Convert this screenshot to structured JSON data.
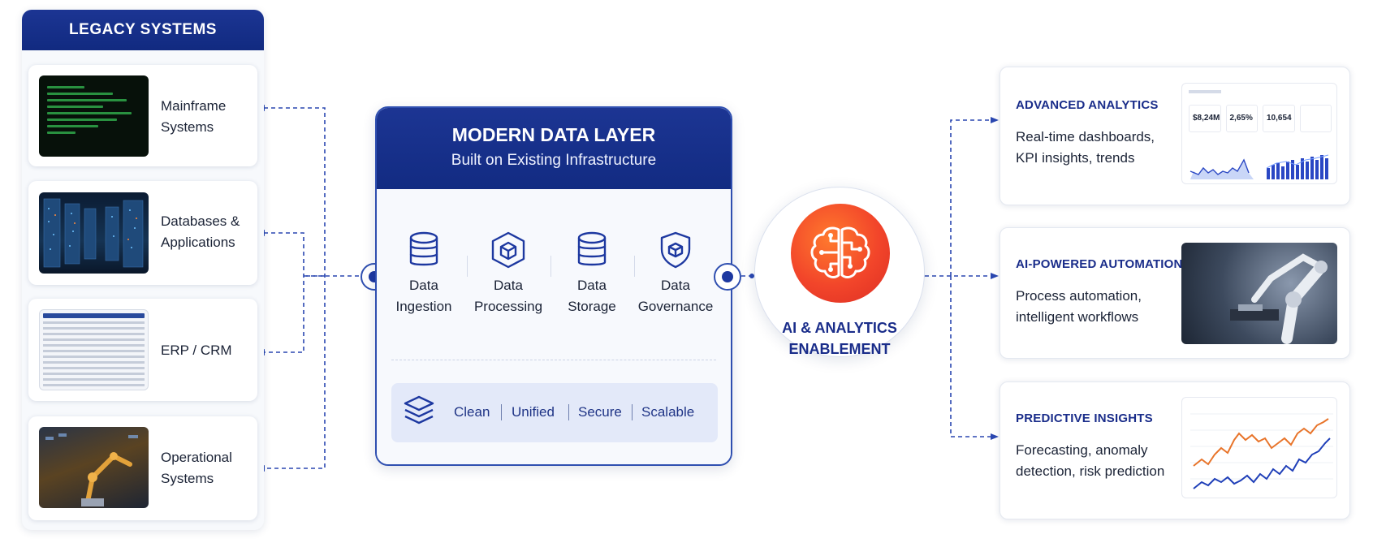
{
  "legacy": {
    "title": "LEGACY SYSTEMS",
    "items": [
      {
        "label": "Mainframe\nSystems",
        "icon": "mainframe-screen-icon"
      },
      {
        "label": "Databases &\nApplications",
        "icon": "server-room-icon"
      },
      {
        "label": "ERP / CRM",
        "icon": "spreadsheet-icon"
      },
      {
        "label": "Operational\nSystems",
        "icon": "factory-robot-icon"
      }
    ]
  },
  "data_layer": {
    "title": "MODERN DATA LAYER",
    "subtitle": "Built on Existing Infrastructure",
    "functions": [
      {
        "label": "Data\nIngestion",
        "icon": "database-icon"
      },
      {
        "label": "Data\nProcessing",
        "icon": "cube-hexagon-icon"
      },
      {
        "label": "Data\nStorage",
        "icon": "database-icon"
      },
      {
        "label": "Data\nGovernance",
        "icon": "shield-cube-icon"
      }
    ],
    "qualities": [
      "Clean",
      "Unified",
      "Secure",
      "Scalable"
    ],
    "qualities_icon": "layers-icon"
  },
  "ai": {
    "label": "AI & ANALYTICS\nENABLEMENT",
    "icon": "brain-circuit-icon"
  },
  "outcomes": [
    {
      "title": "ADVANCED ANALYTICS",
      "description": "Real-time dashboards,\nKPI insights, trends",
      "kpis": [
        "$8,24M",
        "2,65%",
        "10,654"
      ]
    },
    {
      "title": "AI-POWERED AUTOMATION",
      "description": "Process automation,\nintelligent workflows"
    },
    {
      "title": "PREDICTIVE INSIGHTS",
      "description": "Forecasting, anomaly\ndetection, risk prediction"
    }
  ],
  "colors": {
    "navy": "#1c3593",
    "accent_blue": "#1d38a0",
    "ai_orange": "#f2452a",
    "forecast_orange": "#e8742a"
  }
}
